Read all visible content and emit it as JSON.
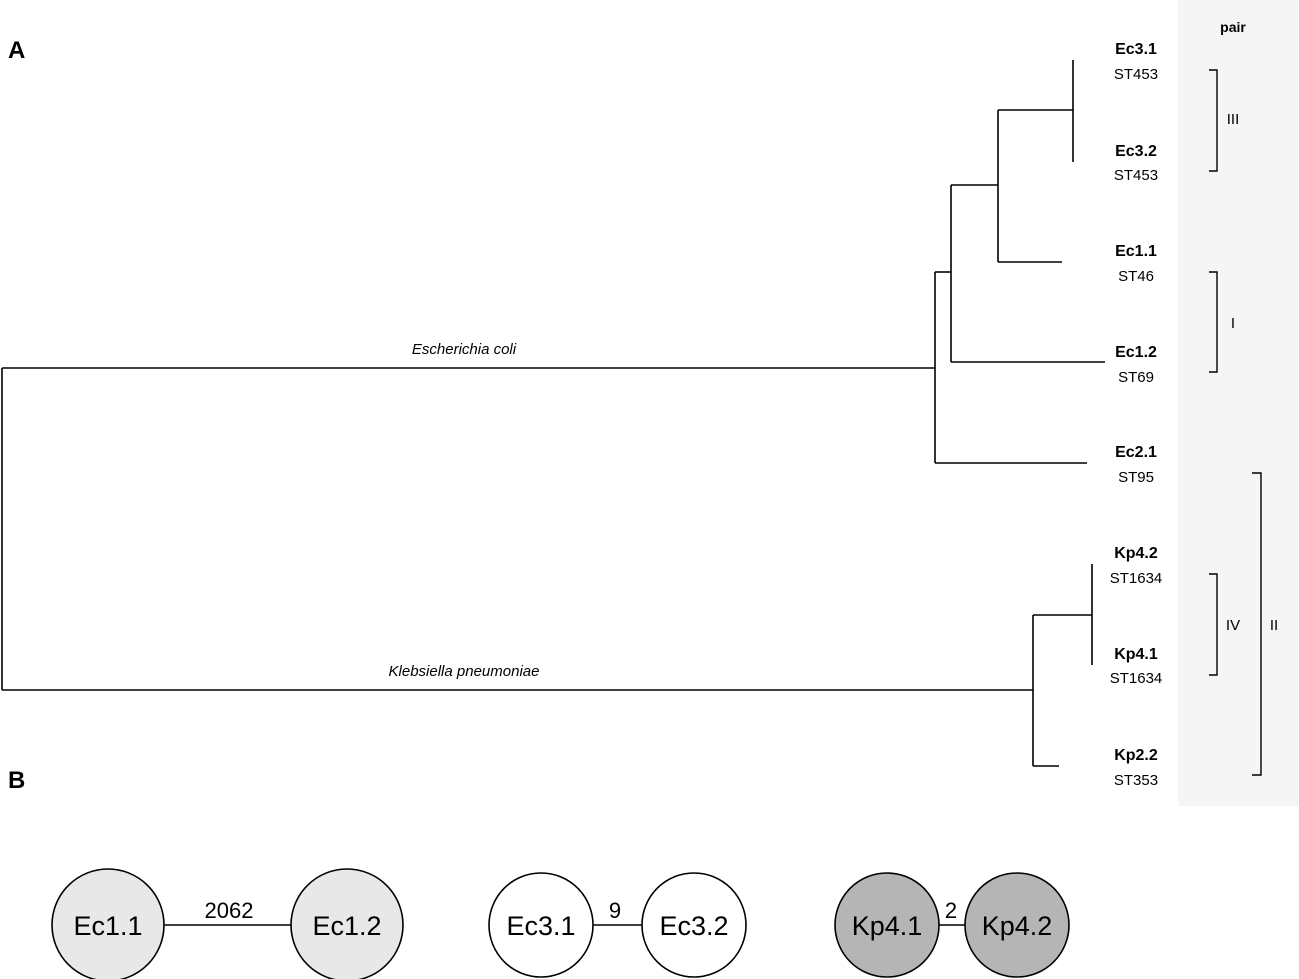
{
  "panel_a": {
    "label": "A",
    "pair_header": "pair",
    "species": [
      "Escherichia coli",
      "Klebsiella pneumoniae"
    ],
    "leaves": [
      {
        "name": "Ec3.1",
        "st": "ST453"
      },
      {
        "name": "Ec3.2",
        "st": "ST453"
      },
      {
        "name": "Ec1.1",
        "st": "ST46"
      },
      {
        "name": "Ec1.2",
        "st": "ST69"
      },
      {
        "name": "Ec2.1",
        "st": "ST95"
      },
      {
        "name": "Kp4.2",
        "st": "ST1634"
      },
      {
        "name": "Kp4.1",
        "st": "ST1634"
      },
      {
        "name": "Kp2.2",
        "st": "ST353"
      }
    ],
    "pairs": [
      "III",
      "I",
      "IV",
      "II"
    ],
    "colors": {
      "pair_column_bg": "#f5f5f5"
    }
  },
  "panel_b": {
    "label": "B",
    "networks": [
      {
        "a": "Ec1.1",
        "b": "Ec1.2",
        "distance": "2062",
        "fill": "#e8e8e8"
      },
      {
        "a": "Ec3.1",
        "b": "Ec3.2",
        "distance": "9",
        "fill": "#ffffff"
      },
      {
        "a": "Kp4.1",
        "b": "Kp4.2",
        "distance": "2",
        "fill": "#b5b5b5"
      }
    ]
  }
}
